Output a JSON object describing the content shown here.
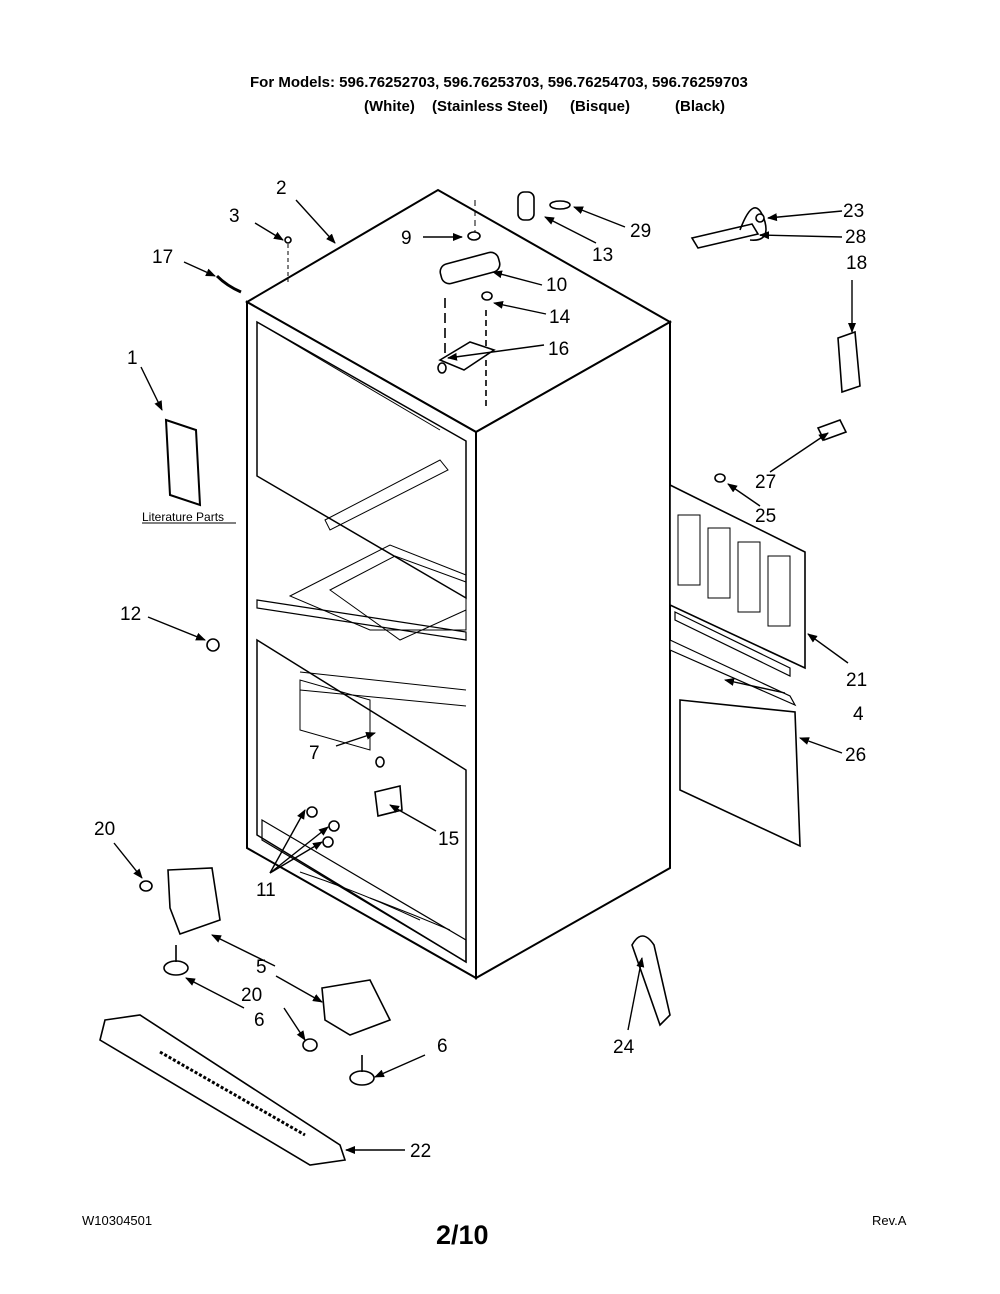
{
  "header": {
    "models_line": "For Models: 596.76252703, 596.76253703, 596.76254703, 596.76259703",
    "variants": [
      "(White)",
      "(Stainless Steel)",
      "(Bisque)",
      "(Black)"
    ]
  },
  "diagram": {
    "literature_label": "Literature Parts",
    "callouts": [
      "1",
      "2",
      "3",
      "4",
      "5",
      "6",
      "6",
      "7",
      "9",
      "10",
      "11",
      "12",
      "13",
      "14",
      "15",
      "16",
      "17",
      "18",
      "20",
      "20",
      "21",
      "22",
      "23",
      "24",
      "25",
      "26",
      "27",
      "28",
      "29"
    ]
  },
  "footer": {
    "doc_number": "W10304501",
    "page": "2/10",
    "revision": "Rev.A"
  }
}
